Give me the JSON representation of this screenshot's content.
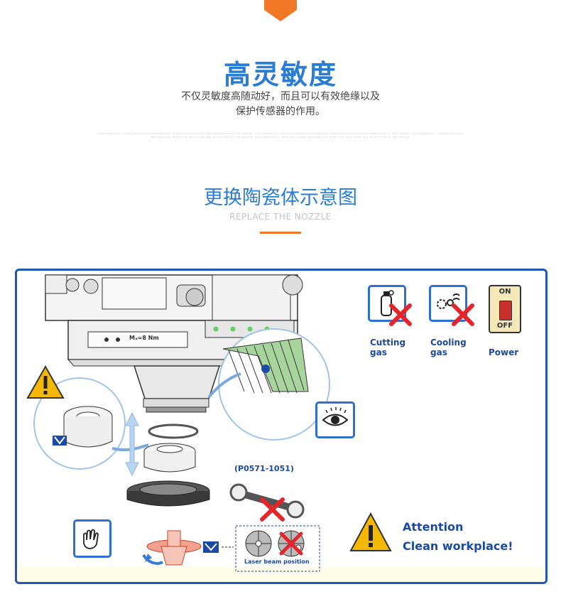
{
  "header": {
    "title": "高灵敏度",
    "subtitle_line1": "不仅灵敏度高随动好，而且可以有效绝缘以及",
    "subtitle_line2": "保护传感器的作用。",
    "fine_print": "HIGH SENSITIVITY: GOOD FOLLOWING PERFORMANCE, EFFECTIVE INSULATION AND PROTECTION OF THE SENSOR. HIGH SENSITIVITY: GOOD FOLLOWING PERFORMANCE, EFFECTIVE INSULATION AND PROTECTION OF THE SENSOR. HIGH SENSITIVITY: GOOD FOLLOWING PERFORMANCE, EFFECTIVE INSULATION AND PROTECTION OF THE SENSOR. HIGH SENSITIVITY: GOOD FOLLOWING PERFORMANCE, EFFECTIVE INSULATION AND PROTECTION OF THE SENSOR."
  },
  "section": {
    "title": "更换陶瓷体示意图",
    "subtitle_en": "REPLACE THE NOZZLE"
  },
  "diagram": {
    "symbols": [
      {
        "icon": "cutting-gas-icon",
        "label_line1": "Cutting",
        "label_line2": "gas"
      },
      {
        "icon": "cooling-gas-icon",
        "label_line1": "Cooling",
        "label_line2": "gas"
      },
      {
        "icon": "power-switch-icon",
        "label_line1": "Power",
        "label_line2": ""
      }
    ],
    "switch_on": "ON",
    "switch_off": "OFF",
    "torque_label": "Mₐ=8 Nm",
    "part_number": "(P0571-1051)",
    "laser_beam_label": "Laser beam position",
    "attention_line1": "Attention",
    "attention_line2": "Clean workplace!"
  },
  "colors": {
    "accent_blue": "#2b7cd3",
    "orange": "#f07826",
    "frame_blue": "#1f56b8",
    "warning_yellow": "#f5b800",
    "cross_red": "#e3262c"
  }
}
